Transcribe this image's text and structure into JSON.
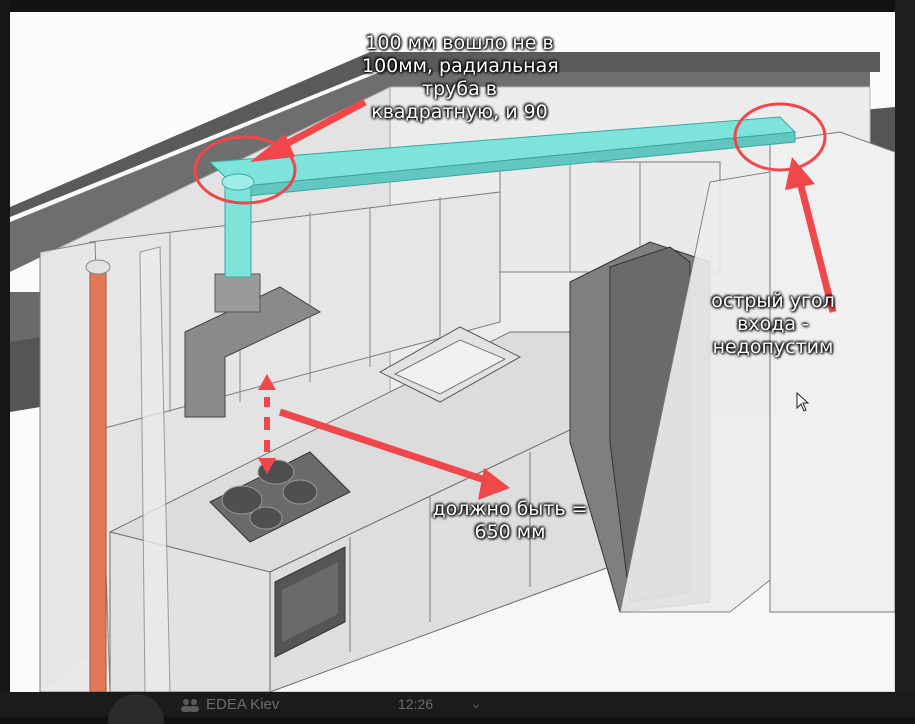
{
  "annotations": {
    "duct_top_lines": [
      "100 мм вошло не в",
      "100мм, радиальная",
      "труба в",
      "квадратную, и 90"
    ],
    "angle_lines": [
      "острый угол",
      "входа -",
      "недопустим"
    ],
    "height_lines": [
      "должно быть =",
      "650 мм"
    ]
  },
  "bottom_bar": {
    "group_name": "EDEA Kiev",
    "time": "12:26"
  },
  "colors": {
    "annotation_arrow": "#f0474a",
    "duct": "#7de3db",
    "pipe": "#e0795a",
    "wall_dark": "#555555"
  },
  "icons": {
    "group": "group-icon",
    "cursor": "cursor-arrow-icon"
  }
}
